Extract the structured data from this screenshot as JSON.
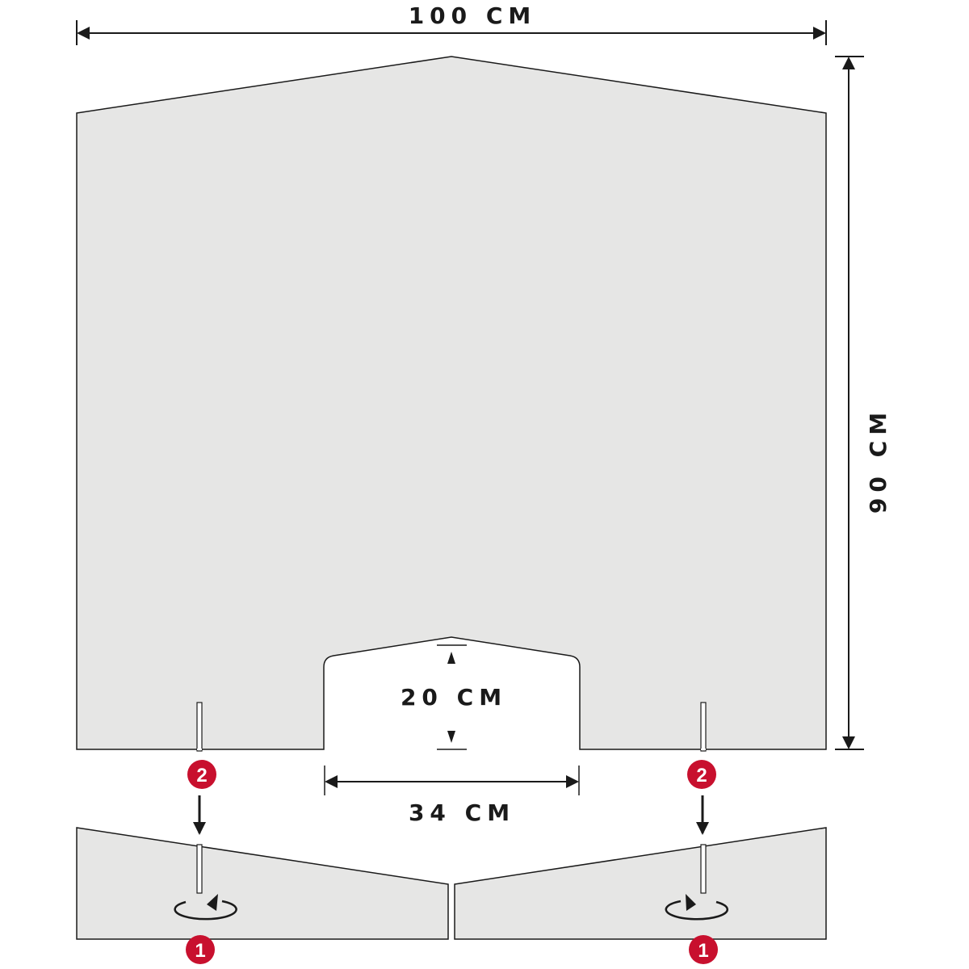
{
  "dimensions": {
    "width": "100 CM",
    "height": "90 CM",
    "cutout_height": "20 CM",
    "cutout_width": "34 CM"
  },
  "steps": {
    "step1": "1",
    "step2": "2"
  },
  "colors": {
    "panel_fill": "#e6e6e5",
    "outline": "#1a1a1a",
    "badge": "#c8102e"
  }
}
